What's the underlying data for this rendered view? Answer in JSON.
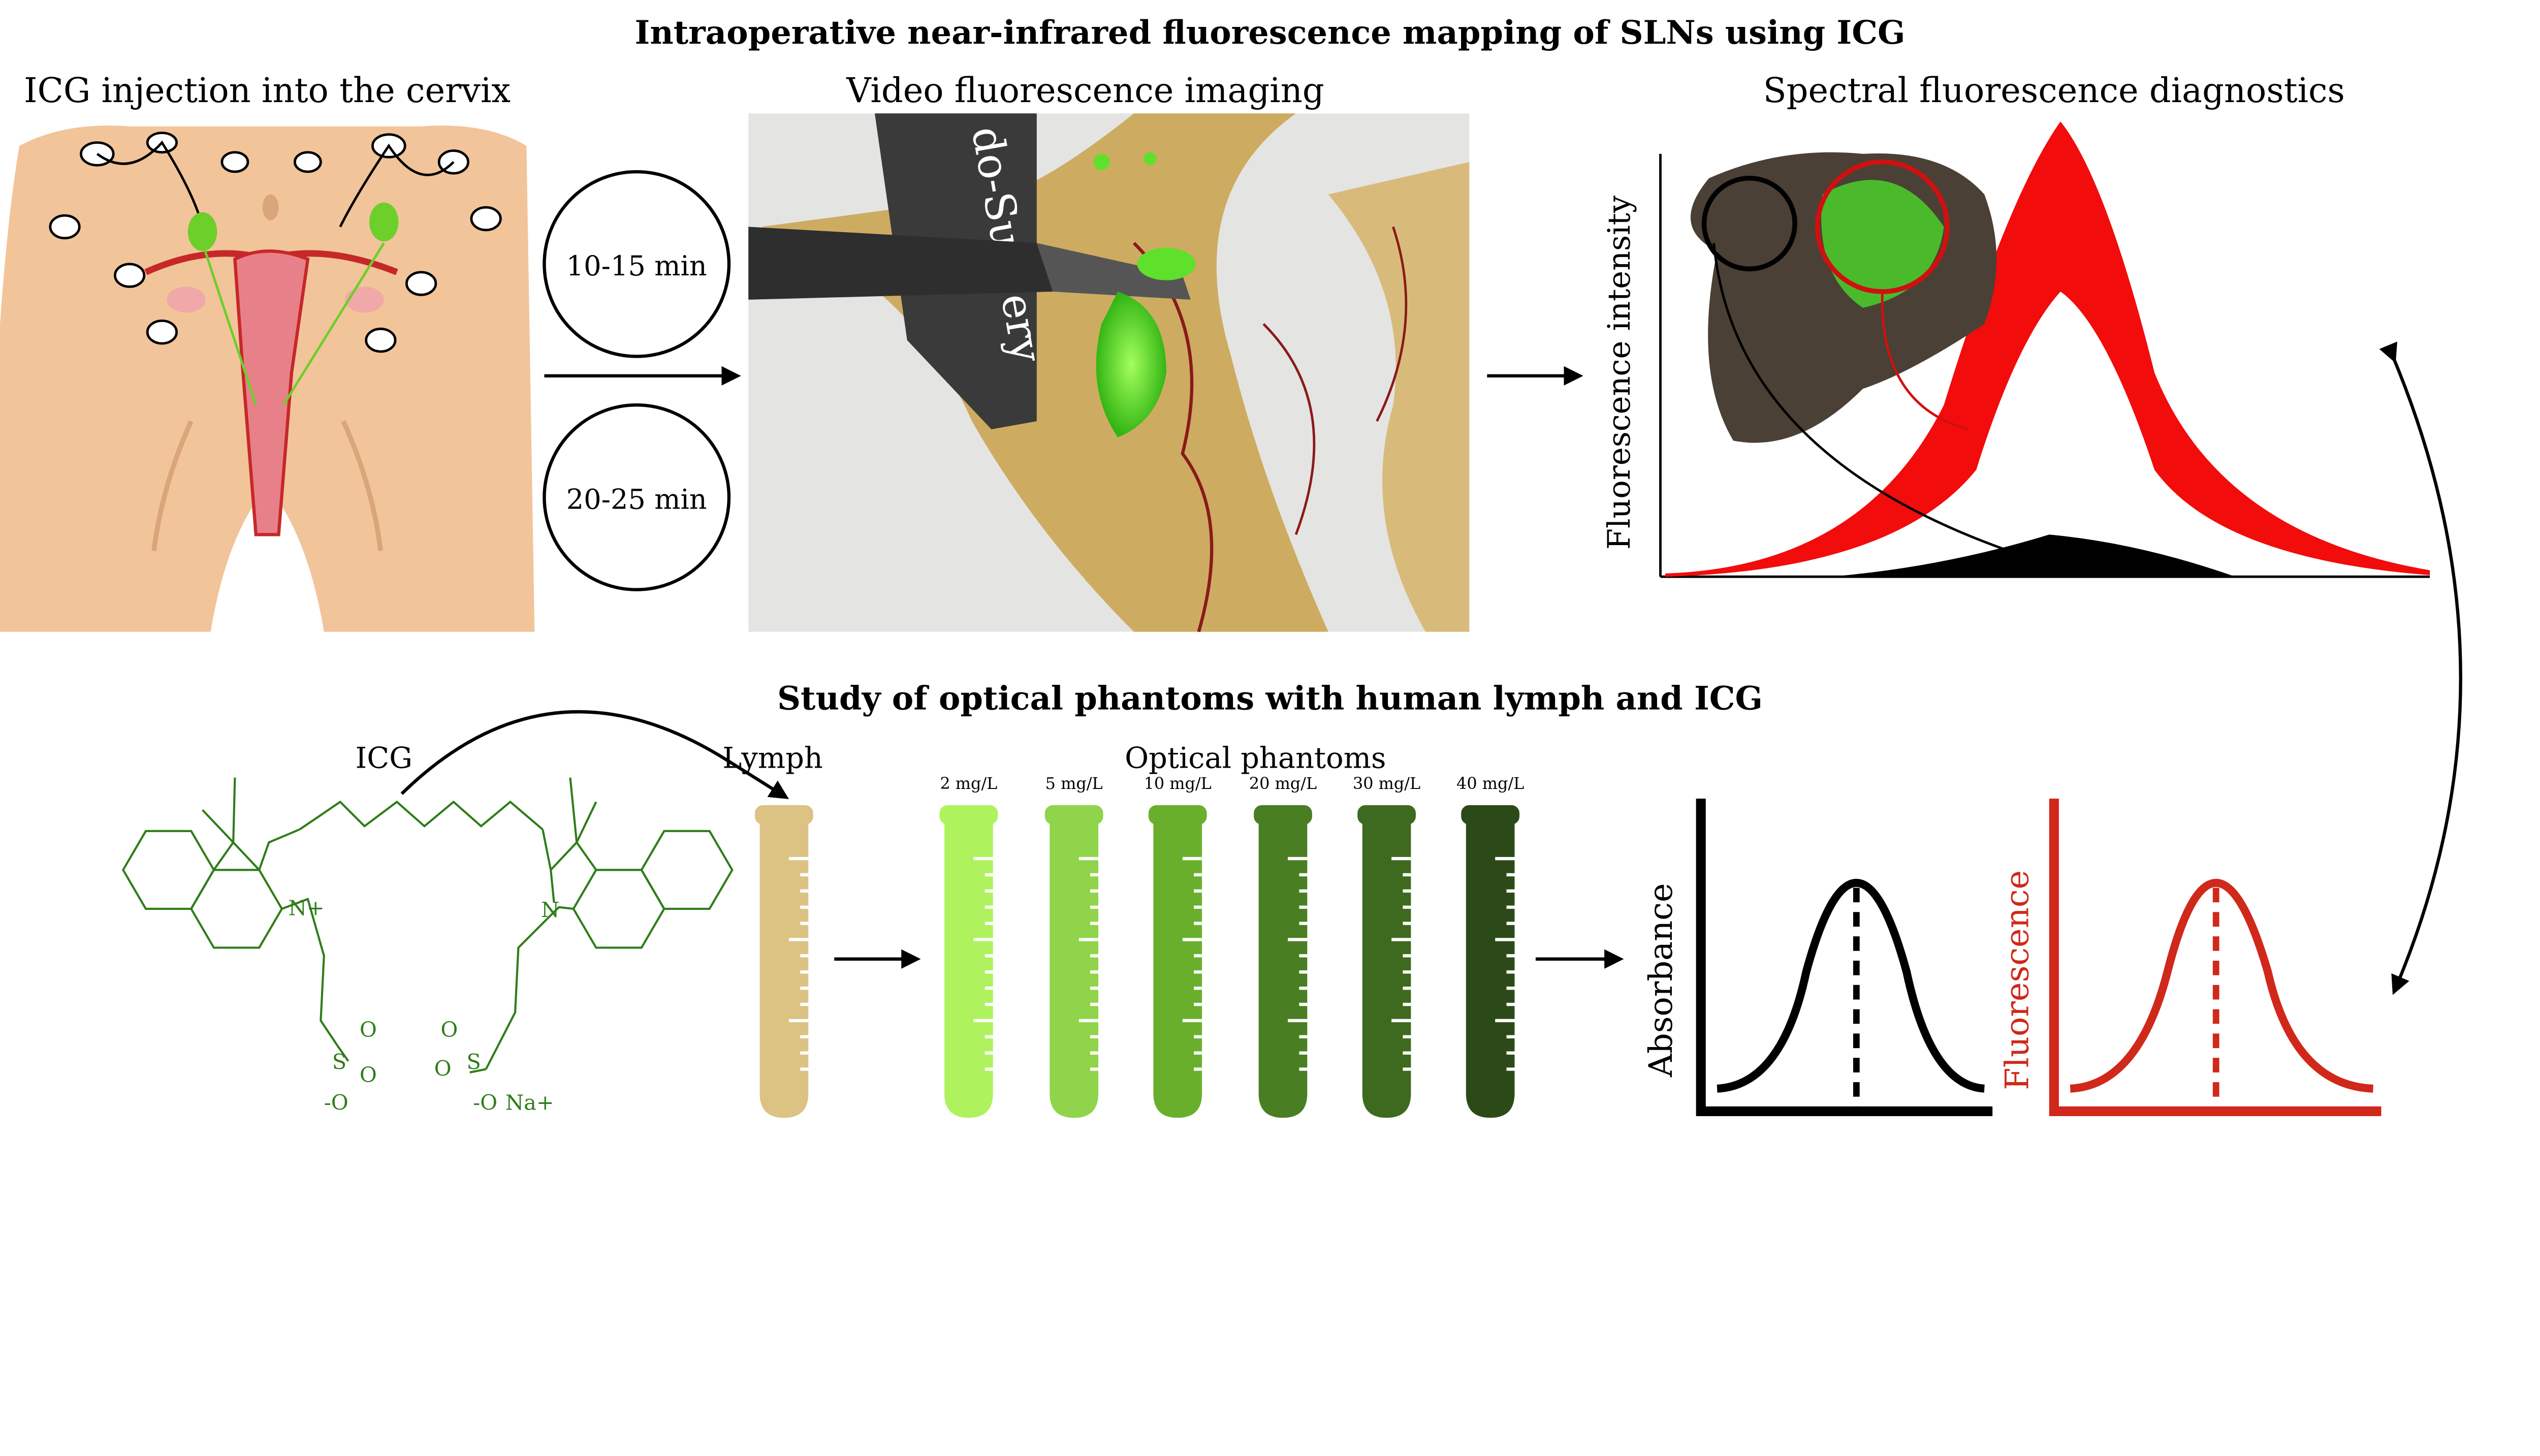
{
  "top": {
    "title": "Intraoperative near-infrared fluorescence mapping of SLNs using ICG",
    "panel_injection": "ICG injection into the cervix",
    "panel_video": "Video fluorescence imaging",
    "panel_spectral": "Spectral fluorescence diagnostics",
    "clock_1": "10-15 min",
    "clock_2": "20-25 min",
    "scope_text": "do-Surgery",
    "spectrum_ylabel": "Fluorescence intensity"
  },
  "bottom": {
    "title": "Study of optical phantoms with human lymph and ICG",
    "icg_label": "ICG",
    "lymph_label": "Lymph",
    "phantoms_label": "Optical phantoms",
    "molecule_atoms": {
      "n_plus": "N+",
      "n": "N",
      "s": "S",
      "o": "O",
      "o_minus": "-O",
      "na": "Na+"
    },
    "phantoms": [
      {
        "label": "2 mg/L",
        "color": "#aef35e"
      },
      {
        "label": "5 mg/L",
        "color": "#8fd44a"
      },
      {
        "label": "10 mg/L",
        "color": "#6aaf2c"
      },
      {
        "label": "20 mg/L",
        "color": "#4a7e22"
      },
      {
        "label": "30 mg/L",
        "color": "#3e6a20"
      },
      {
        "label": "40 mg/L",
        "color": "#2c4a18"
      }
    ],
    "lymph_color": "#dcc283",
    "absorbance_label": "Absorbance",
    "fluorescence_label": "Fluorescence"
  },
  "colors": {
    "icg_green": "#2e7d1a",
    "fluorescence_red": "#e8120c",
    "plot_red": "#d0281a",
    "skin": "#f2c49a"
  }
}
